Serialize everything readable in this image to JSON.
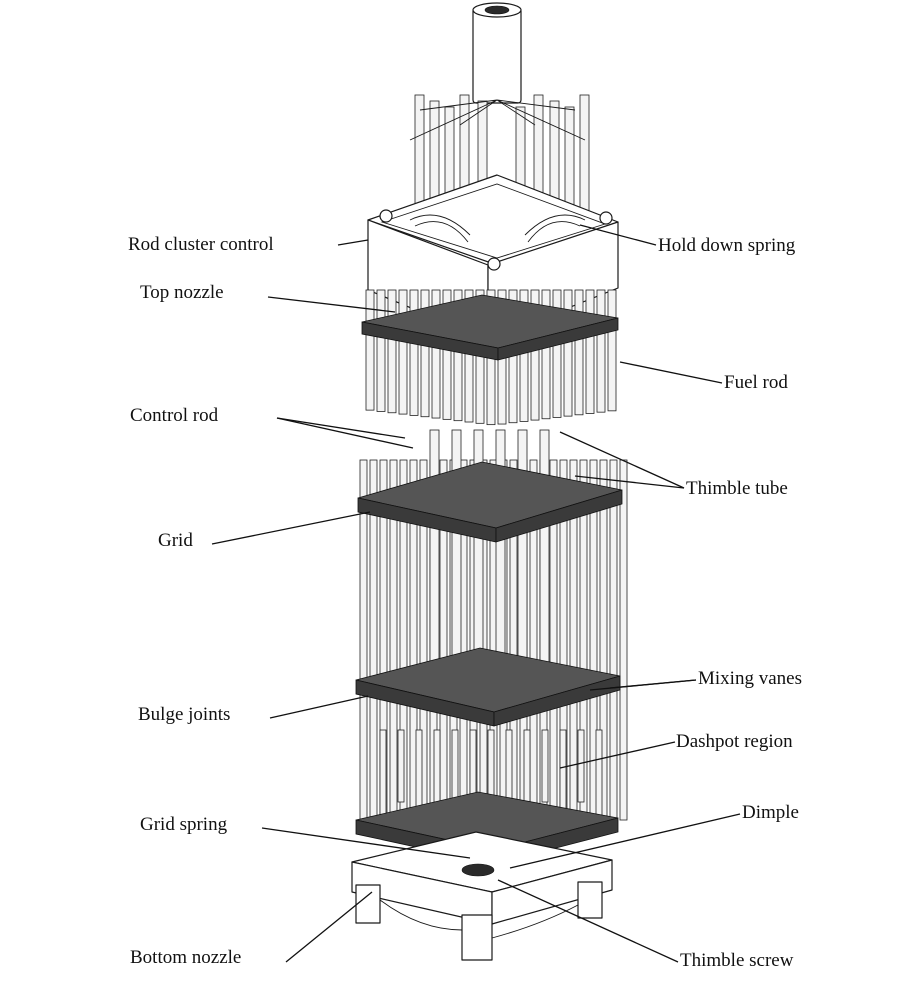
{
  "labels": {
    "rod_cluster_control": "Rod cluster control",
    "hold_down_spring": "Hold down spring",
    "top_nozzle": "Top nozzle",
    "fuel_rod": "Fuel rod",
    "control_rod": "Control rod",
    "thimble_tube": "Thimble tube",
    "grid": "Grid",
    "mixing_vanes": "Mixing vanes",
    "bulge_joints": "Bulge joints",
    "dashpot_region": "Dashpot region",
    "grid_spring": "Grid spring",
    "dimple": "Dimple",
    "bottom_nozzle": "Bottom nozzle",
    "thimble_screw": "Thimble screw"
  }
}
